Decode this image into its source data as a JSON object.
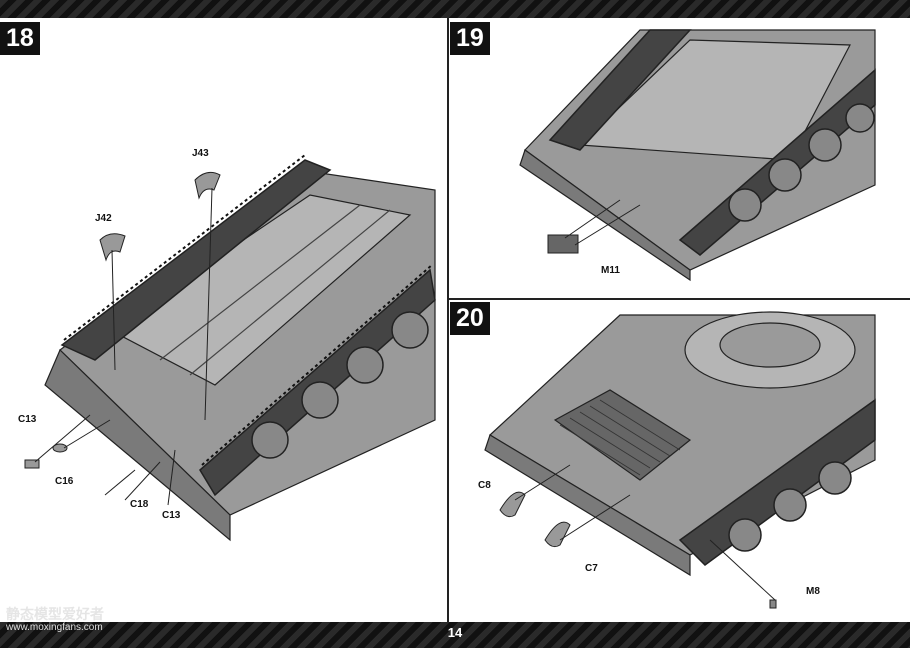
{
  "page_number": "14",
  "steps": [
    {
      "number": "18",
      "parts": [
        "J43",
        "J42",
        "C13",
        "C16",
        "C18",
        "C13"
      ]
    },
    {
      "number": "19",
      "parts": [
        "M11"
      ]
    },
    {
      "number": "20",
      "parts": [
        "C8",
        "C7",
        "M8"
      ]
    }
  ],
  "watermark": {
    "text": "静态模型爱好者",
    "url": "www.moxingfans.com"
  }
}
